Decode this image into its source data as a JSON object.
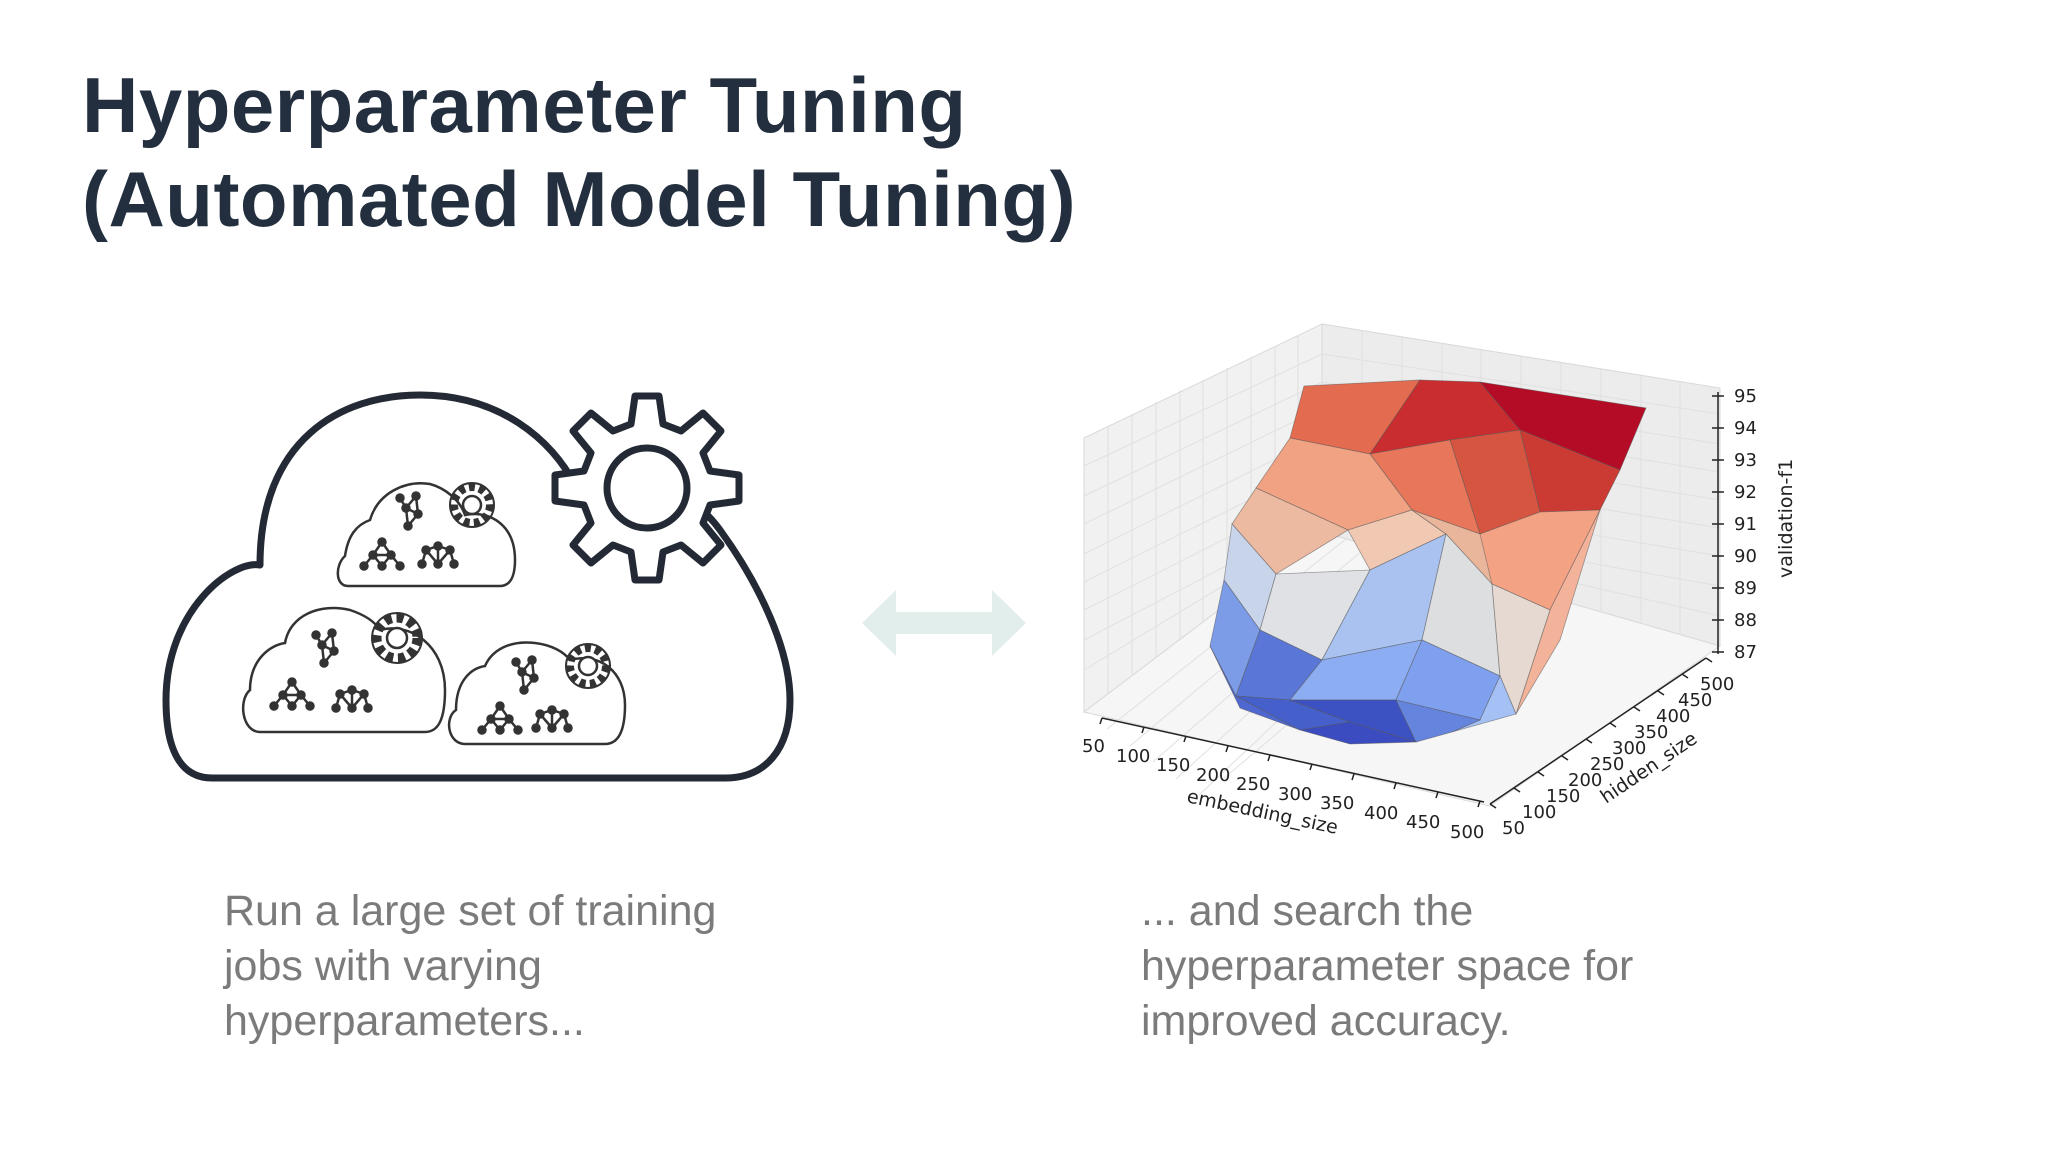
{
  "title": {
    "line1": "Hyperparameter Tuning",
    "line2": "(Automated Model Tuning)"
  },
  "illustration": {
    "icon": "cloud-with-gears-and-networks-icon"
  },
  "arrow": {
    "icon": "double-headed-arrow-icon",
    "color": "#e1eeec"
  },
  "caption_left": {
    "line1": "Run a large set of training",
    "line2": "jobs with varying",
    "line3": "hyperparameters..."
  },
  "caption_right": {
    "line1": "... and search the",
    "line2": "hyperparameter space for",
    "line3": "improved accuracy."
  },
  "chart_data": {
    "type": "surface-3d",
    "x_label": "embedding_size",
    "y_label": "hidden_size",
    "z_label": "validation-f1",
    "x_ticks": [
      "50",
      "100",
      "150",
      "200",
      "250",
      "300",
      "350",
      "400",
      "450",
      "500"
    ],
    "y_ticks": [
      "50",
      "100",
      "150",
      "200",
      "250",
      "300",
      "350",
      "400",
      "450",
      "500"
    ],
    "z_ticks": [
      "87",
      "88",
      "89",
      "90",
      "91",
      "92",
      "93",
      "94",
      "95"
    ],
    "x_range": [
      50,
      500
    ],
    "y_range": [
      50,
      500
    ],
    "z_range": [
      87,
      95
    ],
    "colormap": [
      "#3b4cc0",
      "#dcdddd",
      "#b40426"
    ]
  }
}
